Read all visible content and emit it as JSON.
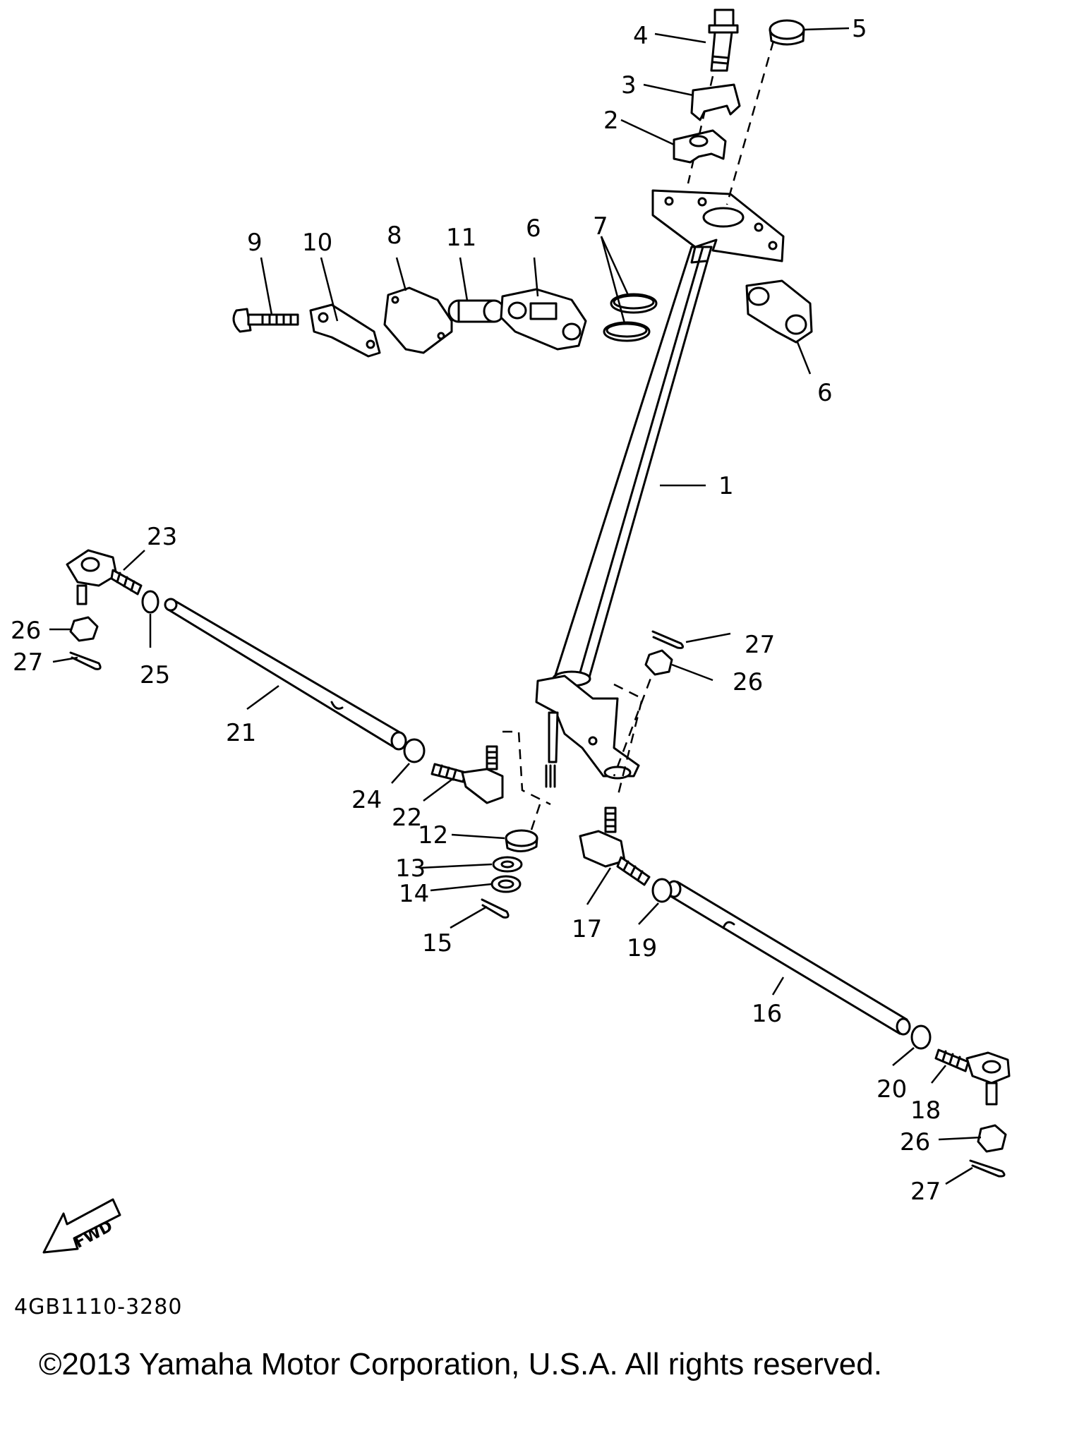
{
  "diagram": {
    "part_code": "4GB1110-3280",
    "copyright": "©2013 Yamaha Motor Corporation, U.S.A. All rights reserved.",
    "fwd_label": "FWD",
    "callouts": {
      "c1": "1",
      "c2": "2",
      "c3": "3",
      "c4": "4",
      "c5": "5",
      "c6a": "6",
      "c6b": "6",
      "c7": "7",
      "c8": "8",
      "c9": "9",
      "c10": "10",
      "c11": "11",
      "c12": "12",
      "c13": "13",
      "c14": "14",
      "c15": "15",
      "c16": "16",
      "c17": "17",
      "c18": "18",
      "c19": "19",
      "c20": "20",
      "c21": "21",
      "c22": "22",
      "c23": "23",
      "c24": "24",
      "c25": "25",
      "c26a": "26",
      "c26b": "26",
      "c26c": "26",
      "c27a": "27",
      "c27b": "27",
      "c27c": "27"
    }
  }
}
